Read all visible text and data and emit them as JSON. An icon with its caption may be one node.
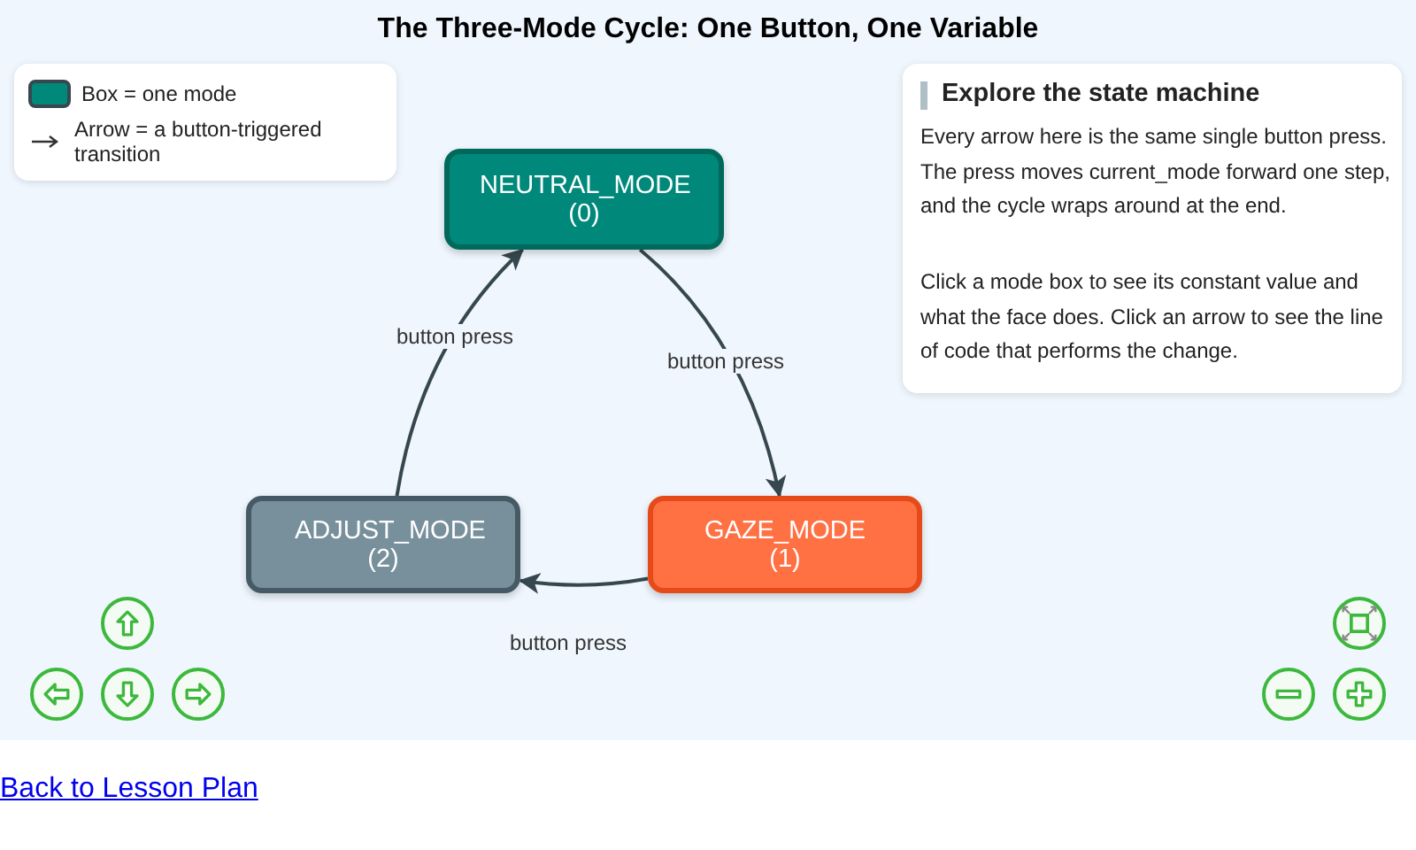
{
  "diagram": {
    "title": "The Three-Mode Cycle: One Button, One Variable",
    "nodes": [
      {
        "text": [
          "NEUTRAL_MODE (0)"
        ]
      },
      {
        "text": [
          "GAZE_MODE (1)"
        ]
      },
      {
        "text": [
          "ADJUST_MODE (2)"
        ]
      }
    ],
    "edges": [
      {
        "from": 0,
        "to": 1,
        "arrow": "to",
        "label": "button press"
      },
      {
        "from": 1,
        "to": 2,
        "arrow": "to",
        "label": "button press"
      },
      {
        "from": 2,
        "to": 0,
        "arrow": "to",
        "label": "button press"
      }
    ],
    "labels": [
      "Explore the state machine",
      "Every arrow here is the same single button press. The press moves current_mode forward one step, and the cycle wraps around at the end.",
      "Click a mode box to see its constant value and what the face does. Click an arrow to see the line of code that performs the change.",
      "Back to Lesson Plan"
    ],
    "legend": [
      {
        "text": "Box = one mode",
        "color": "#00897b"
      },
      {
        "text": "Arrow = a button-triggered transition"
      }
    ]
  }
}
